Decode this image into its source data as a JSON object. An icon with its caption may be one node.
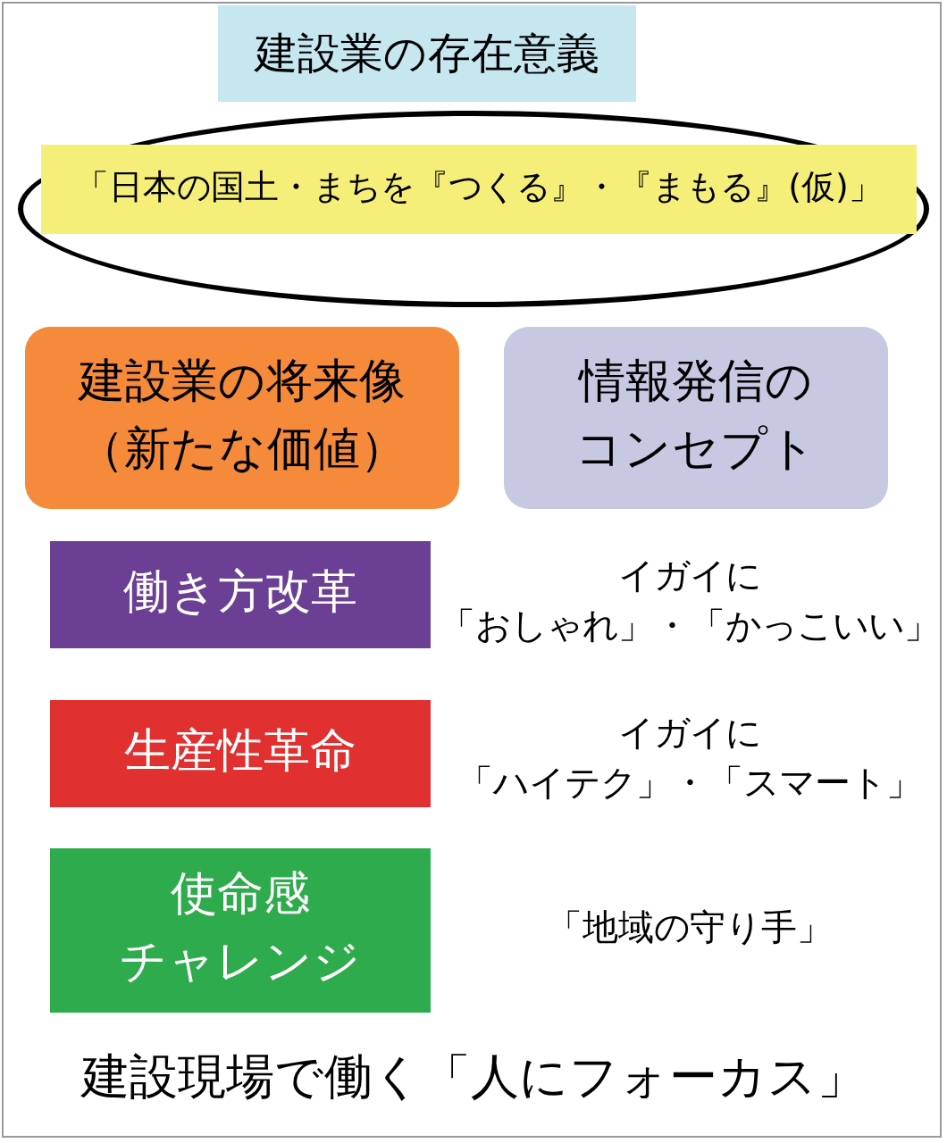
{
  "diagram": {
    "caption": "建設現場で働く「人にフォーカス」",
    "nodes": [
      {
        "text": [
          "建設業の存在意義"
        ]
      },
      {
        "text": [],
        "shape": "ellipse"
      },
      {
        "text": [
          "「日本の国土・まちを『つくる』・『まもる』(仮)」"
        ],
        "in": 1
      },
      {
        "text": [
          "建設業の将来像（新たな価値）"
        ]
      },
      {
        "text": [
          "情報発信のコンセプト"
        ]
      },
      {
        "text": [
          "働き方改革"
        ]
      },
      {
        "text": [
          "生産性革命"
        ]
      },
      {
        "text": [
          "使命感チャレンジ"
        ]
      }
    ],
    "edges": [],
    "labels": [
      "イガイに「おしゃれ」・「かっこいい」",
      "イガイに「ハイテク」・「スマート」",
      "「地域の守り手」"
    ]
  }
}
